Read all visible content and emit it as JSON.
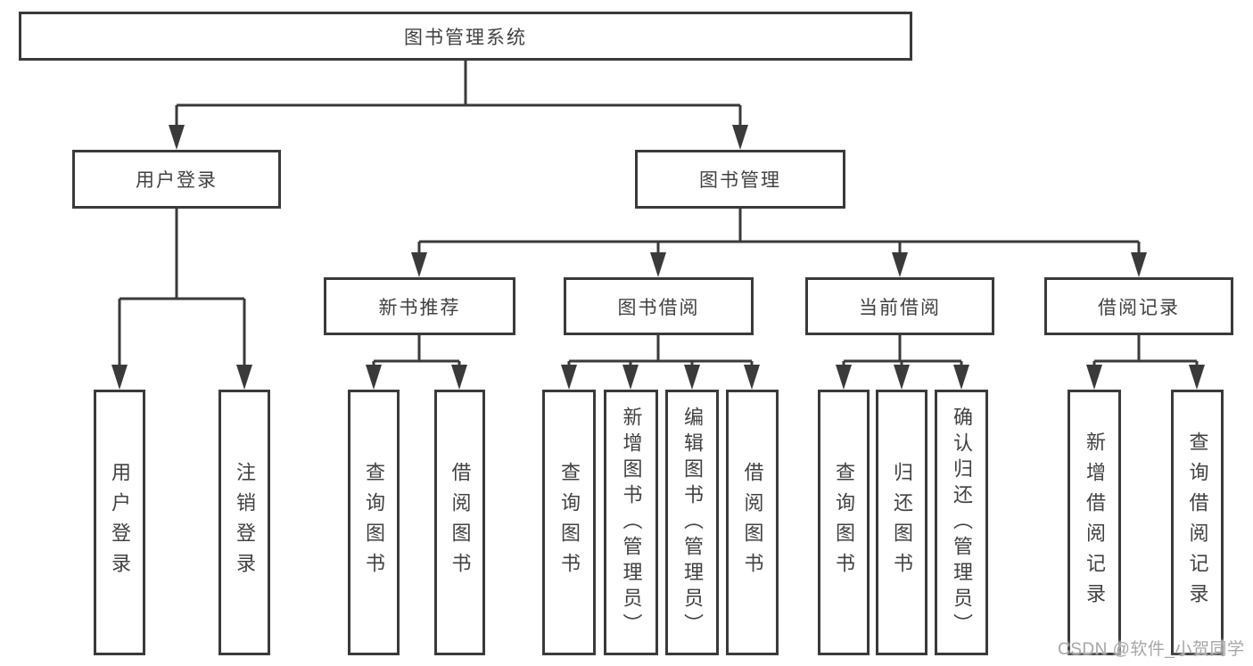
{
  "diagram_type": "hierarchy-tree",
  "tree": {
    "title": "图书管理系统",
    "children": [
      {
        "label": "用户登录",
        "children": [
          {
            "label": "用户登录"
          },
          {
            "label": "注销登录"
          }
        ]
      },
      {
        "label": "图书管理",
        "children": [
          {
            "label": "新书推荐",
            "children": [
              {
                "label": "查询图书"
              },
              {
                "label": "借阅图书"
              }
            ]
          },
          {
            "label": "图书借阅",
            "children": [
              {
                "label": "查询图书"
              },
              {
                "label": "新增图书（管理员）"
              },
              {
                "label": "编辑图书（管理员）"
              },
              {
                "label": "借阅图书"
              }
            ]
          },
          {
            "label": "当前借阅",
            "children": [
              {
                "label": "查询图书"
              },
              {
                "label": "归还图书"
              },
              {
                "label": "确认归还（管理员）"
              }
            ]
          },
          {
            "label": "借阅记录",
            "children": [
              {
                "label": "新增借阅记录"
              },
              {
                "label": "查询借阅记录"
              }
            ]
          }
        ]
      }
    ]
  },
  "watermark": {
    "text": "CSDN @软件_小贺同学"
  },
  "colors": {
    "line": "#3a3a3a",
    "box_border": "#3a3a3a",
    "box_background": "#ffffff",
    "text": "#414141",
    "watermark": "#a6a6a6",
    "page_background": "#ffffff"
  }
}
